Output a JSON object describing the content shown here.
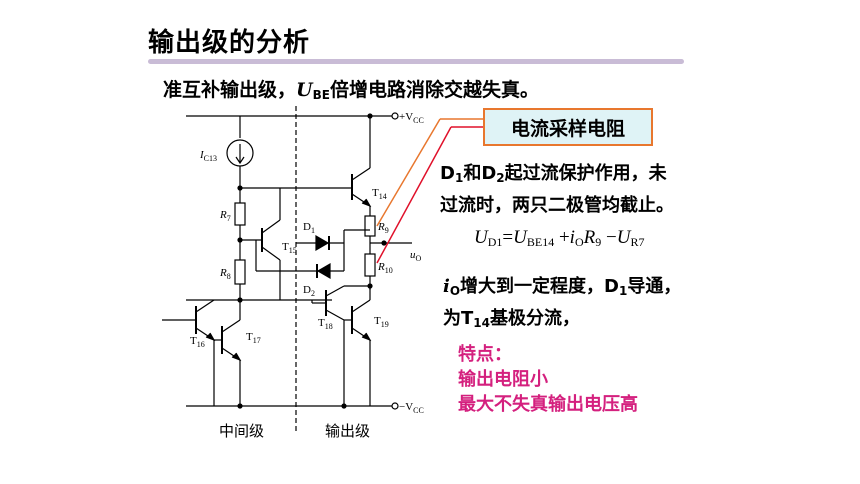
{
  "page": {
    "title": "输出级的分析",
    "subtitle_prefix": "准互补输出级，",
    "subtitle_var": "U",
    "subtitle_sub": "BE",
    "subtitle_suffix": "倍增电路消除交越失真。"
  },
  "callout": {
    "text": "电流采样电阻"
  },
  "note_1": {
    "d1": "D",
    "d1_sub": "1",
    "and": "和",
    "d2": "D",
    "d2_sub": "2",
    "line1_rest": "起过流保护作用，未",
    "line2": "过流时，两只二极管均截止。"
  },
  "equation": {
    "lhs_var": "U",
    "lhs_sub": "D1",
    "eq": "=",
    "t1_var": "U",
    "t1_sub": "BE14",
    "plus": "+",
    "t2_var": "i",
    "t2_sub": "O",
    "t2_r": "R",
    "t2_r_sub": "9",
    "minus": "−",
    "t3_var": "U",
    "t3_sub": "R7"
  },
  "note_2": {
    "io_var": "i",
    "io_sub": "O",
    "line1_mid": "增大到一定程度，",
    "d1": "D",
    "d1_sub": "1",
    "line1_end": "导通，",
    "line2_pre": "为",
    "t14": "T",
    "t14_sub": "14",
    "line2_end": "基极分流，"
  },
  "features": {
    "heading": "特点：",
    "item_1": "输出电阻小",
    "item_2": "最大不失真输出电压高"
  },
  "circuit": {
    "labels": {
      "vcc_pos": "+V",
      "vcc_pos_sub": "CC",
      "vcc_neg": "−V",
      "vcc_neg_sub": "CC",
      "ic13": "I",
      "ic13_sub": "C13",
      "r7": "R",
      "r7_sub": "7",
      "r8": "R",
      "r8_sub": "8",
      "r9": "R",
      "r9_sub": "9",
      "r10": "R",
      "r10_sub": "10",
      "t14": "T",
      "t14_sub": "14",
      "t15": "T",
      "t15_sub": "15",
      "t16": "T",
      "t16_sub": "16",
      "t17": "T",
      "t17_sub": "17",
      "t18": "T",
      "t18_sub": "18",
      "t19": "T",
      "t19_sub": "19",
      "d1": "D",
      "d1_sub": "1",
      "d2": "D",
      "d2_sub": "2",
      "uo": "u",
      "uo_sub": "O"
    },
    "section_mid": "中间级",
    "section_out": "输出级"
  },
  "colors": {
    "title_bar": "#c9bcd6",
    "callout_border": "#e8772e",
    "callout_fill": "#dff3f6",
    "feature_text": "#d4207e",
    "pointer_orange": "#e8772e",
    "pointer_red": "#e0102a"
  }
}
